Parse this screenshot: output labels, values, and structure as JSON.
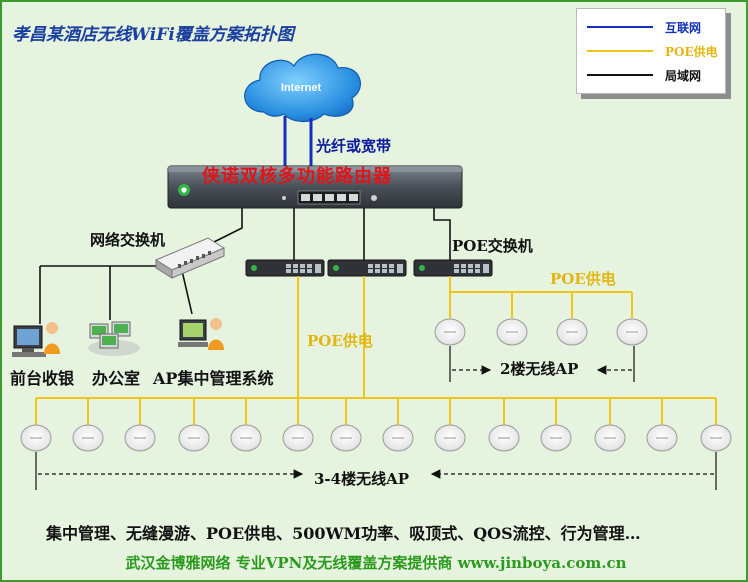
{
  "title": "孝昌某酒店无线WiFi覆盖方案拓扑图",
  "legend": [
    {
      "label": "互联网",
      "color": "#1530b8"
    },
    {
      "label": "POE供电",
      "color": "#f0c51a"
    },
    {
      "label": "局域网",
      "color": "#111111"
    }
  ],
  "cloud_label": "Internet",
  "fiber_label": "光纤或宽带",
  "router_label": "侠诺双核多功能路由器",
  "switch_label": "网络交换机",
  "poe_switch_label": "POE交换机",
  "poe_power_label": "POE供电",
  "floor2_label": "2楼无线AP",
  "floor34_label": "3-4楼无线AP",
  "endpoints": {
    "front_desk": "前台收银",
    "office": "办公室",
    "ap_mgmt": "AP集中管理系统"
  },
  "features": "集中管理、无缝漫游、POE供电、500WM功率、吸顶式、QOS流控、行为管理…",
  "footer": "武汉金博雅网络 专业VPN及无线覆盖方案提供商 www.jinboya.com.cn",
  "colors": {
    "internet": "#1530b8",
    "poe": "#f0c51a",
    "lan": "#111111",
    "title": "#1b3fa0",
    "router_text": "#e0141a",
    "footer": "#2b9a1e"
  },
  "counts": {
    "floor2_aps": 4,
    "floor34_aps": 14
  }
}
